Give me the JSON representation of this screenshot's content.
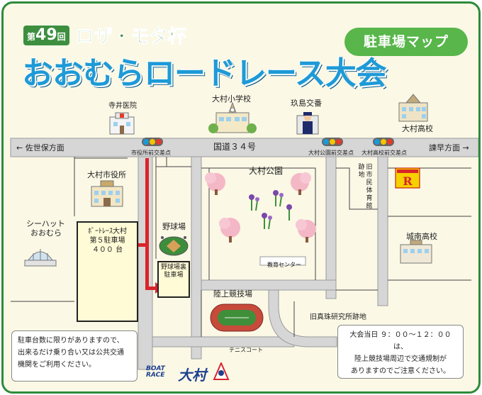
{
  "header": {
    "edition_prefix": "第",
    "edition_number": "49",
    "edition_suffix": "回",
    "subtitle": "ロザ・モタ杯",
    "title": "おおむらロードレース大会",
    "map_badge": "駐車場マップ"
  },
  "roads": {
    "main_road": "国道３４号",
    "west_direction": "← 佐世保方面",
    "east_direction": "諫早方面 →"
  },
  "intersections": {
    "city_hall_front": "市役所前交差点",
    "park_front": "大村公園前交差点",
    "high_school_front": "大村高校前交差点"
  },
  "places": {
    "terai_clinic": "寺井医院",
    "omura_elementary": "大村小学校",
    "kushima_police_box": "玖島交番",
    "omura_high": "大村高校",
    "city_hall": "大村市役所",
    "omura_park": "大村公園",
    "former_gym_chars": [
      "跡",
      "地",
      "旧",
      "市",
      "民",
      "体",
      "育",
      "館"
    ],
    "ringer_hut": "リンガーハット",
    "sea_hat_line1": "シーハット",
    "sea_hat_line2": "おおむら",
    "baseball_field": "野球場",
    "education_center": "教育センター",
    "johnan_high": "城南高校",
    "athletics_field": "陸上競技場",
    "pearl_institute": "旧真珠研究所跡地",
    "tennis_court": "テニスコート"
  },
  "parking": {
    "main_line1": "ﾎﾞｰﾄﾚｰｽ大村",
    "main_line2": "第５駐車場",
    "main_capacity": "４００ 台",
    "sub_line1": "野球場裏",
    "sub_line2": "駐車場"
  },
  "notes": {
    "left": [
      "駐車台数に限りがありますので、",
      "出来るだけ乗り合い又は公共交通",
      "機関をご利用ください。"
    ],
    "right": [
      "大会当日 ９：００～１２：００ は、",
      "陸上競技場周辺で交通規制が",
      "ありますのでご注意ください。"
    ]
  },
  "logos": {
    "boat_race_line1": "BOAT",
    "boat_race_line2": "RACE",
    "omura": "大村"
  },
  "colors": {
    "frame_green": "#2e8b3a",
    "title_blue": "#1e9ad6",
    "badge_green": "#58b64a",
    "route_red": "#d9252a",
    "road_gray": "#d6d6d6",
    "map_bg": "#fbf8e6"
  },
  "icons": [
    "hospital-icon",
    "school-icon",
    "police-officer-icon",
    "high-school-icon",
    "city-hall-icon",
    "cherry-tree-icon",
    "iris-flower-icon",
    "ringer-hut-sign-icon",
    "sea-hat-dome-icon",
    "baseball-stadium-icon",
    "red-car-icon",
    "athletics-track-icon",
    "traffic-light-icon",
    "boat-race-logo-icon",
    "mascot-icon"
  ]
}
